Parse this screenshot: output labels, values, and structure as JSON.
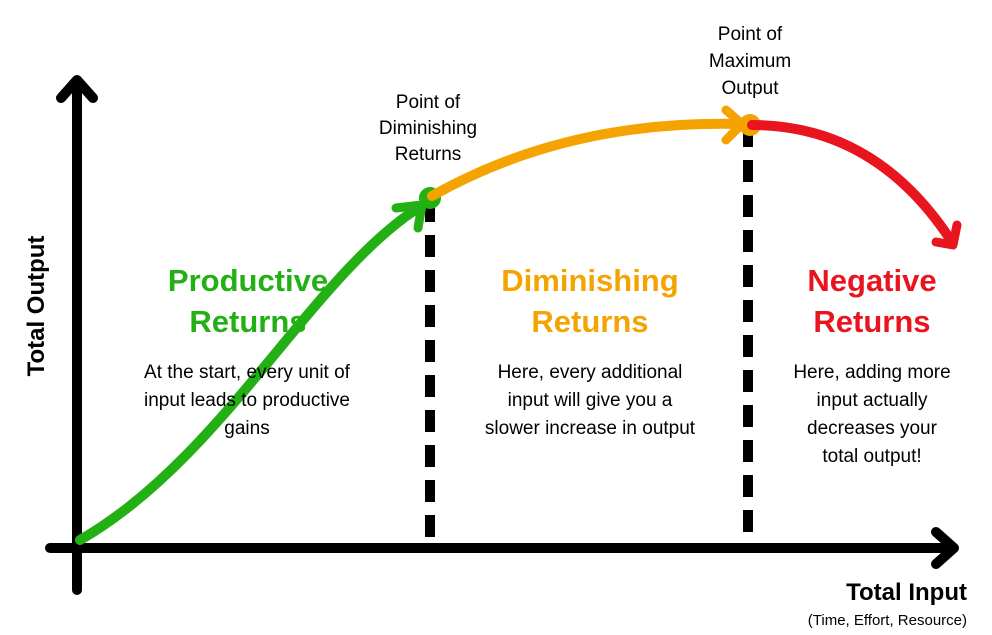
{
  "axes": {
    "y_label": "Total Output",
    "x_label": "Total Input",
    "x_sublabel": "(Time, Effort, Resource)"
  },
  "colors": {
    "axis": "#000000",
    "productive": "#22b014",
    "diminishing": "#f5a300",
    "negative": "#e8141e",
    "divider": "#000000"
  },
  "points": {
    "diminishing": {
      "lines": [
        "Point of",
        "Diminishing",
        "Returns"
      ]
    },
    "maximum": {
      "lines": [
        "Point of",
        "Maximum",
        "Output"
      ]
    }
  },
  "regions": {
    "productive": {
      "title_lines": [
        "Productive",
        "Returns"
      ],
      "desc_lines": [
        "At the start, every unit of",
        "input leads to productive",
        "gains"
      ]
    },
    "diminishing": {
      "title_lines": [
        "Diminishing",
        "Returns"
      ],
      "desc_lines": [
        "Here, every additional",
        "input will give you a",
        "slower increase in output"
      ]
    },
    "negative": {
      "title_lines": [
        "Negative",
        "Returns"
      ],
      "desc_lines": [
        "Here, adding more",
        "input actually",
        "decreases your",
        "total output!"
      ]
    }
  }
}
